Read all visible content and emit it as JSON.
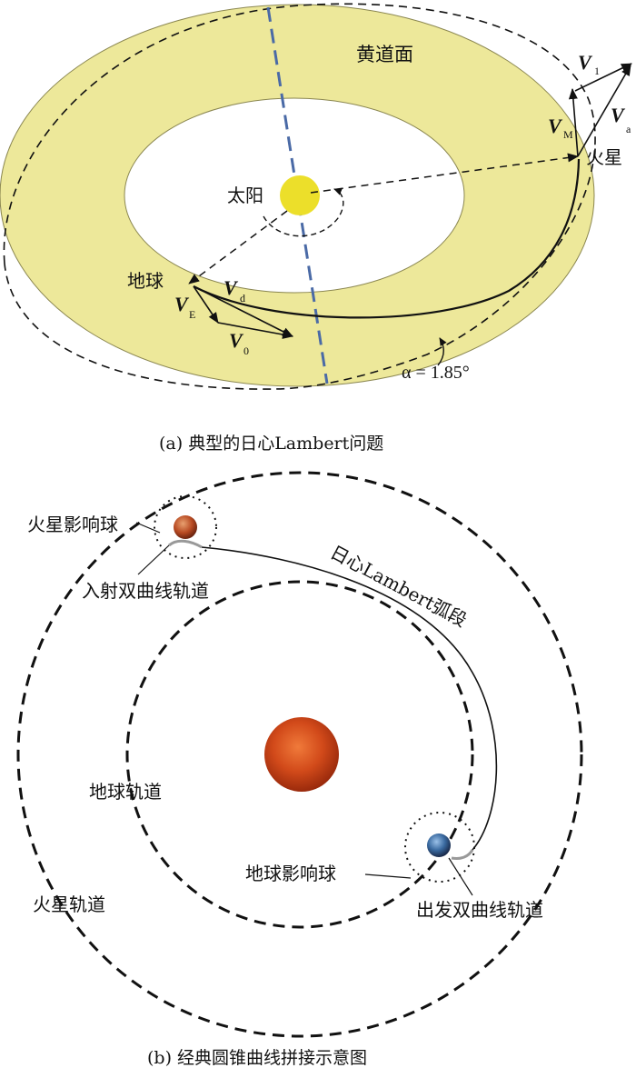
{
  "panel_a": {
    "ecliptic_label": "黄道面",
    "sun_label": "太阳",
    "earth_label": "地球",
    "mars_label": "火星",
    "v1": {
      "symbol": "V",
      "sub": "1"
    },
    "vM": {
      "symbol": "V",
      "sub": "M"
    },
    "va": {
      "symbol": "V",
      "sub": "a"
    },
    "vd": {
      "symbol": "V",
      "sub": "d"
    },
    "vE": {
      "symbol": "V",
      "sub": "E"
    },
    "v0": {
      "symbol": "V",
      "sub": "0"
    },
    "alpha_label": "α = 1.85°",
    "caption": "(a) 典型的日心Lambert问题"
  },
  "panel_b": {
    "mars_soi_label": "火星影响球",
    "arrival_hyperbola_label": "入射双曲线轨道",
    "lambert_arc_label": "日心Lambert弧段",
    "earth_orbit_label": "地球轨道",
    "mars_orbit_label": "火星轨道",
    "earth_soi_label": "地球影响球",
    "departure_hyperbola_label": "出发双曲线轨道",
    "caption": "(b) 经典圆锥曲线拼接示意图"
  },
  "colors": {
    "ecliptic_fill": "#ede89a",
    "ecliptic_stroke": "#8a8650",
    "sun_yellow": "#ecdf2a",
    "axis_blue": "#4a6aa6",
    "sun_red": "#d24a1a",
    "mars_red": "#b84a22",
    "earth_blue": "#3a6aa0"
  }
}
